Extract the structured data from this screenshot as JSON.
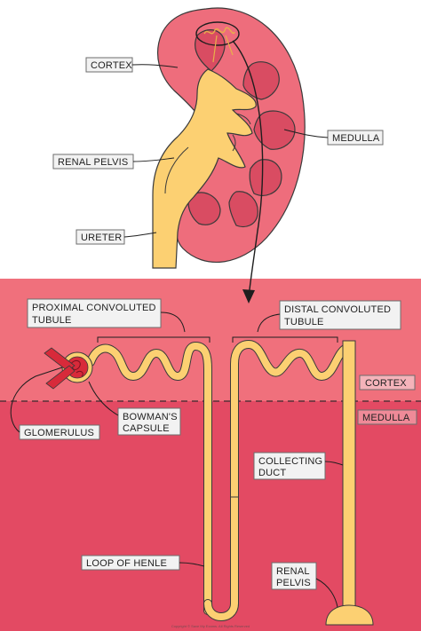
{
  "labels": {
    "cortex_top": "CORTEX",
    "medulla_top": "MEDULLA",
    "renal_pelvis_top": "RENAL PELVIS",
    "ureter": "URETER",
    "proximal_line1": "PROXIMAL  CONVOLUTED",
    "proximal_line2": "TUBULE",
    "distal_line1": "DISTAL  CONVOLUTED",
    "distal_line2": "TUBULE",
    "cortex_zone": "CORTEX",
    "medulla_zone": "MEDULLA",
    "glomerulus": "GLOMERULUS",
    "bowmans_line1": "BOWMAN'S",
    "bowmans_line2": "CAPSULE",
    "collecting_line1": "COLLECTING",
    "collecting_line2": "DUCT",
    "loop_of_henle": "LOOP OF HENLE",
    "renal_pelvis_line1": "RENAL",
    "renal_pelvis_line2": "PELVIS"
  },
  "copyright": "Copyright © Save My Exams. All Rights Reserved",
  "colors": {
    "cortex_zone": "#f0707c",
    "medulla_zone": "#e34a63",
    "kidney_cortex": "#ee6d7c",
    "pyramid": "#d94c62",
    "tubule": "#fcd072",
    "label_box": "#f2f2f2"
  }
}
